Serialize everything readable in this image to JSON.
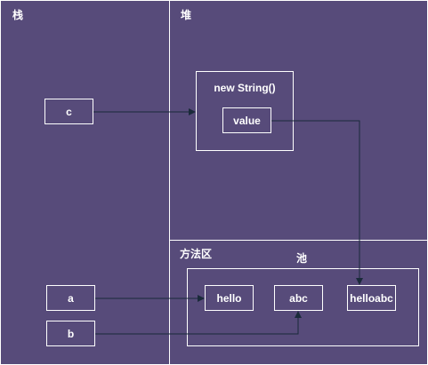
{
  "regions": {
    "stack_label": "栈",
    "heap_label": "堆",
    "method_area_label": "方法区",
    "pool_label": "池"
  },
  "stack_vars": {
    "c": "c",
    "a": "a",
    "b": "b"
  },
  "heap": {
    "object_label": "new String()",
    "value_label": "value"
  },
  "pool": {
    "hello": "hello",
    "abc": "abc",
    "helloabc": "helloabc"
  },
  "colors": {
    "background": "#574b7a",
    "line": "#ffffff",
    "arrow": "#1a2a3a"
  }
}
